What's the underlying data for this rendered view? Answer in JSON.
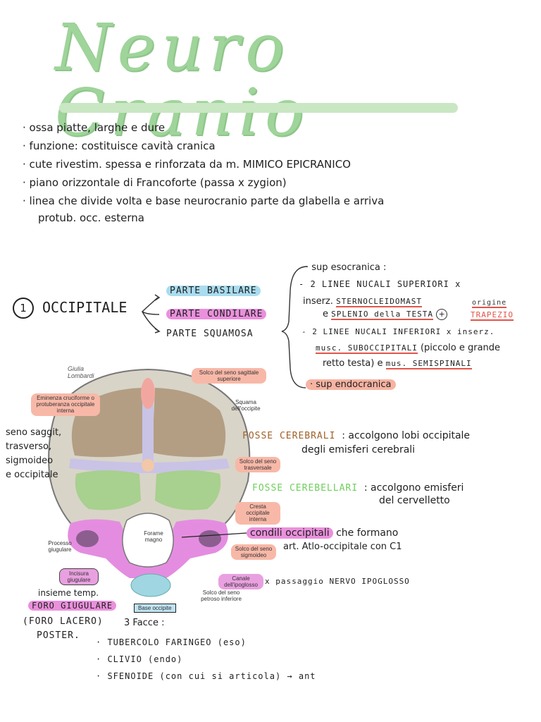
{
  "title": "Neuro Cranio",
  "intro": [
    "· ossa piatte, larghe e dure",
    "· funzione: costituisce cavità cranica",
    "· cute rivestim. spessa e rinforzata da m. MIMICO EPICRANICO",
    "· piano orizzontale di Francoforte (passa x zygion)",
    "· linea che divide volta e base neurocranio parte da glabella e arriva",
    "protub. occ. esterna"
  ],
  "section": {
    "number": "1",
    "name": "OCCIPITALE"
  },
  "parts": {
    "basilare": "PARTE BASILARE",
    "condilare": "PARTE CONDILARE",
    "squamosa": "PARTE SQUAMOSA"
  },
  "squama": {
    "sup_eso": "· sup esocranica :",
    "line1a": "- 2 LINEE NUCALI SUPERIORI x",
    "line1b": "inserz.",
    "sterno": "STERNOCLEIDOMAST",
    "line1c": "e",
    "splenio": "SPLENIO della TESTA",
    "circle": "+",
    "origine": "origine",
    "trapezio": "TRAPEZIO",
    "line2a": "- 2 LINEE NUCALI INFERIORI x inserz.",
    "musc_sub": "musc. SUBOCCIPITALI",
    "line2b": "(piccolo e grande",
    "line2c": "retto testa)",
    "line2d": "e",
    "semispinali": "mus. SEMISPINALI",
    "sup_endo": "· sup endocranica"
  },
  "fosse": {
    "cerebrali_label": "FOSSE CEREBRALI",
    "cerebrali_text1": ": accolgono lobi occipitale",
    "cerebrali_text2": "degli emisferi cerebrali",
    "cerebellari_label": "FOSSE CEREBELLARI",
    "cerebellari_text1": ": accolgono emisferi",
    "cerebellari_text2": "del cervelletto"
  },
  "condili": {
    "label": "condili occipitali",
    "text1": "che formano",
    "text2": "art. Atlo-occipitale con C1"
  },
  "canale": {
    "text": "x passaggio NERVO IPOGLOSSO"
  },
  "seni": {
    "text": [
      "seno saggit,",
      "trasverso,",
      "sigmoideo",
      "e occipitale"
    ]
  },
  "foro": {
    "insieme": "insieme temp.",
    "label": "FORO GIUGULARE",
    "alt1": "(FORO LACERO)",
    "alt2": "POSTER."
  },
  "faccie": {
    "heading": "3 Facce :",
    "items": [
      "· TUBERCOLO FARINGEO (eso)",
      "· CLIVIO (endo)",
      "· SFENOIDE (con cui si articola) → ant"
    ]
  },
  "diagram": {
    "signature1": "Giulia",
    "signature2": "Lombardi",
    "labels": {
      "solco_sagittale": "Solco del seno sagittale superiore",
      "eminenza": "Eminenza cruciforme o protuberanza occipitale interna",
      "squama": "Squama dell'occipite",
      "solco_trasversale": "Solco del seno trasversale",
      "cresta": "Cresta occipitale interna",
      "forame": "Forame magno",
      "processo": "Processo giugulare",
      "solco_sigmoideo": "Solco del seno sigmoideo",
      "incisura": "Incisura giugulare",
      "canale_ipoglosso": "Canale dell'ipoglosso",
      "solco_petroso": "Solco del seno petroso inferiore",
      "base": "Base occipite"
    }
  },
  "colors": {
    "title": "#9fd49a",
    "blue": "#a9dcef",
    "pink": "#ea90dc",
    "salmon": "#f6b3a2",
    "green": "#6fcf5d",
    "brown": "#a0612a",
    "red": "#e2554a"
  }
}
